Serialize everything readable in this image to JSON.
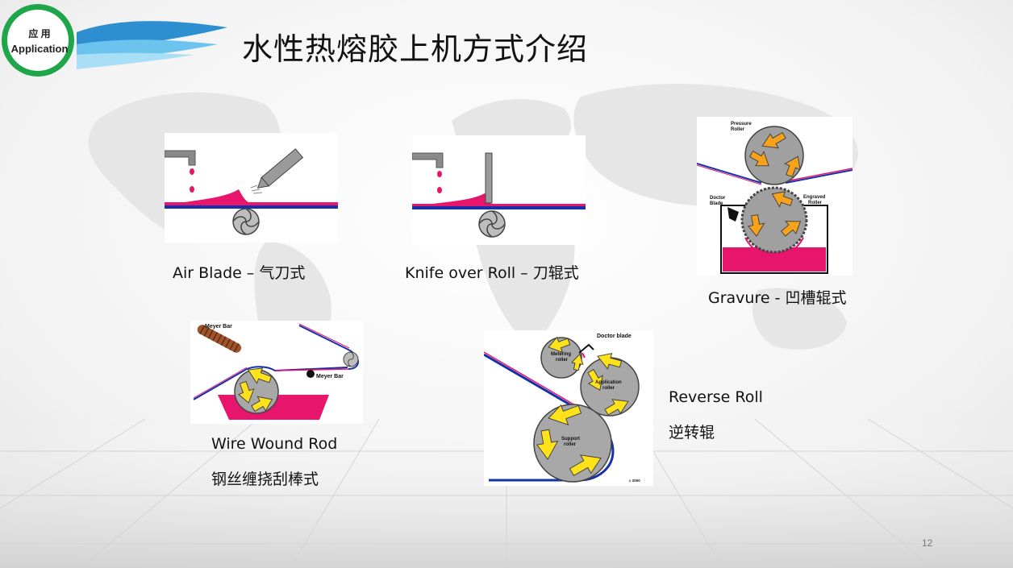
{
  "slide": {
    "title": "水性热熔胶上机方式介绍",
    "page_number": "12"
  },
  "badge": {
    "line1": "应 用",
    "line2": "Application"
  },
  "colors": {
    "accent_green": "#1fa64a",
    "ink_magenta": "#e8156d",
    "substrate_blue": "#1530a8",
    "arrow_yellow": "#ffe21a",
    "arrow_orange": "#f7a21b"
  },
  "methods": {
    "air_blade": {
      "caption": "Air Blade – 气刀式"
    },
    "knife_over_roll": {
      "caption": "Knife over Roll – 刀辊式"
    },
    "gravure": {
      "caption": "Gravure - 凹槽辊式",
      "labels": {
        "pressure_roller_1": "Pressure",
        "pressure_roller_2": "Roller",
        "doctor_blade_1": "Doctor",
        "doctor_blade_2": "Blade",
        "engraved_roller_1": "Engraved",
        "engraved_roller_2": "Roller"
      }
    },
    "wire_wound_rod": {
      "caption_en": "Wire Wound Rod",
      "caption_cn": "钢丝缠挠刮棒式",
      "labels": {
        "meyer_bar_top": "Meyer Bar",
        "meyer_bar_side": "Meyer Bar"
      }
    },
    "reverse_roll": {
      "caption_en": "Reverse Roll",
      "caption_cn": "逆转辊",
      "labels": {
        "doctor_blade": "Doctor blade",
        "metering_1": "Metering",
        "metering_2": "roller",
        "application_1": "Application",
        "application_2": "roller",
        "support_1": "Support",
        "support_2": "roller",
        "copyright": "c 2000"
      }
    }
  }
}
